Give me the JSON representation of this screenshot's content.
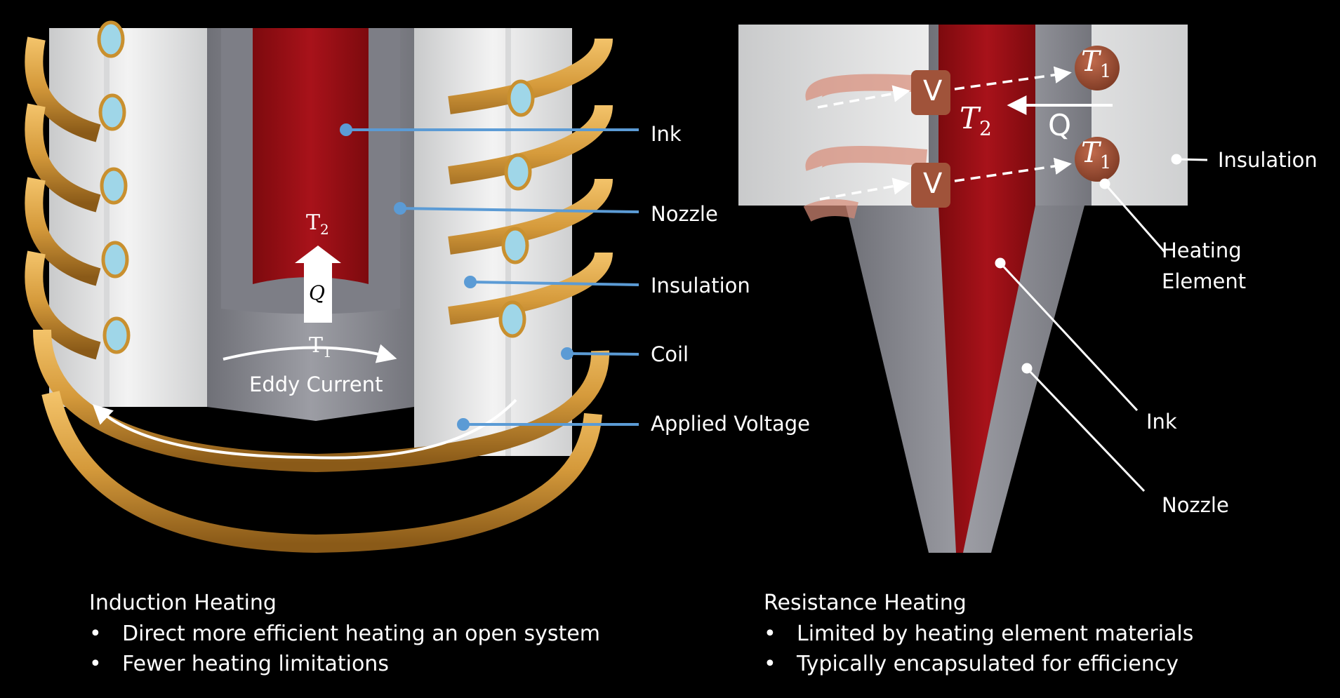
{
  "induction": {
    "labels": {
      "ink": "Ink",
      "nozzle": "Nozzle",
      "insulation": "Insulation",
      "coil": "Coil",
      "applied_voltage": "Applied Voltage"
    },
    "inner": {
      "t2": "T",
      "t2_sub": "2",
      "q": "Q",
      "t1": "T",
      "t1_sub": "1",
      "eddy_current": "Eddy Current"
    },
    "caption": {
      "heading": "Induction Heating",
      "bullets": [
        "Direct more efficient heating an open system",
        "Fewer heating limitations"
      ]
    }
  },
  "resistance": {
    "labels": {
      "insulation": "Insulation",
      "heating_element_line1": "Heating",
      "heating_element_line2": "Element",
      "ink": "Ink",
      "nozzle": "Nozzle"
    },
    "inner": {
      "v_top": "V",
      "v_bottom": "V",
      "t1_top": "T",
      "t1_top_sub": "1",
      "t1_bottom": "T",
      "t1_bottom_sub": "1",
      "t2": "T",
      "t2_sub": "2",
      "q": "Q"
    },
    "caption": {
      "heading": "Resistance Heating",
      "bullets": [
        "Limited by heating element materials",
        "Typically encapsulated for efficiency"
      ]
    }
  },
  "colors": {
    "background": "#000000",
    "ink": "#a00d12",
    "nozzle": "#8c8d94",
    "insulation": "#e4e5e6",
    "coil": "#d49a3a",
    "coil_core": "#9fd6e8",
    "leader_left": "#5b9bd5",
    "leader_right": "#ffffff",
    "heating_element": "#a0533a"
  }
}
